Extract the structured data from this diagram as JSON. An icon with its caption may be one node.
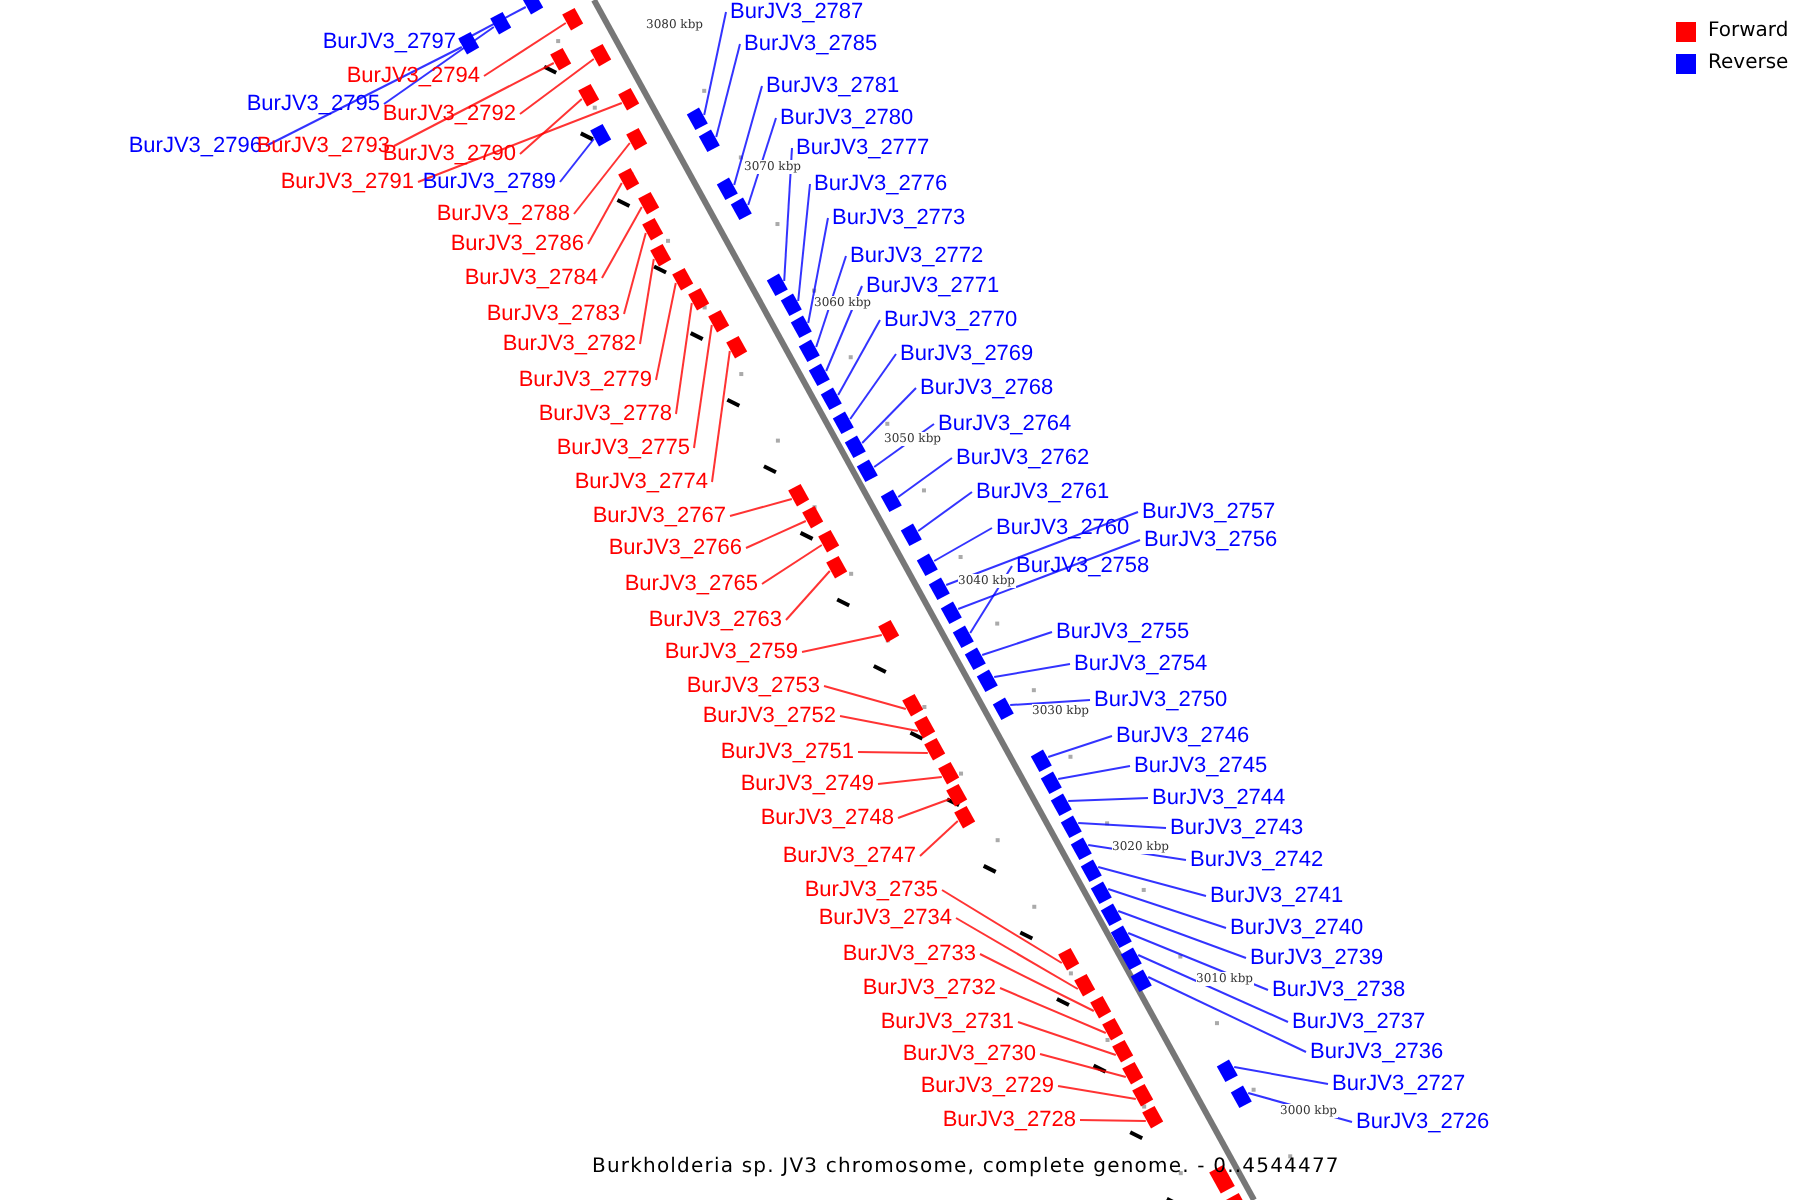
{
  "diagram": {
    "caption": "Burkholderia sp. JV3 chromosome, complete genome. - 0..4544477",
    "nodes": [
      {
        "text": [
          "BurJV3_2797"
        ]
      },
      {
        "text": [
          "BurJV3_2794"
        ]
      },
      {
        "text": [
          "BurJV3_2795"
        ]
      },
      {
        "text": [
          "BurJV3_2792"
        ]
      },
      {
        "text": [
          "BurJV3_2796"
        ]
      },
      {
        "text": [
          "BurJV3_2793"
        ]
      },
      {
        "text": [
          "BurJV3_2790"
        ]
      },
      {
        "text": [
          "BurJV3_2791"
        ]
      },
      {
        "text": [
          "BurJV3_2789"
        ]
      },
      {
        "text": [
          "BurJV3_2788"
        ]
      },
      {
        "text": [
          "BurJV3_2786"
        ]
      },
      {
        "text": [
          "BurJV3_2784"
        ]
      },
      {
        "text": [
          "BurJV3_2783"
        ]
      },
      {
        "text": [
          "BurJV3_2782"
        ]
      },
      {
        "text": [
          "BurJV3_2779"
        ]
      },
      {
        "text": [
          "BurJV3_2778"
        ]
      },
      {
        "text": [
          "BurJV3_2775"
        ]
      },
      {
        "text": [
          "BurJV3_2774"
        ]
      },
      {
        "text": [
          "BurJV3_2767"
        ]
      },
      {
        "text": [
          "BurJV3_2766"
        ]
      },
      {
        "text": [
          "BurJV3_2765"
        ]
      },
      {
        "text": [
          "BurJV3_2763"
        ]
      },
      {
        "text": [
          "BurJV3_2759"
        ]
      },
      {
        "text": [
          "BurJV3_2753"
        ]
      },
      {
        "text": [
          "BurJV3_2752"
        ]
      },
      {
        "text": [
          "BurJV3_2751"
        ]
      },
      {
        "text": [
          "BurJV3_2749"
        ]
      },
      {
        "text": [
          "BurJV3_2748"
        ]
      },
      {
        "text": [
          "BurJV3_2747"
        ]
      },
      {
        "text": [
          "BurJV3_2735"
        ]
      },
      {
        "text": [
          "BurJV3_2734"
        ]
      },
      {
        "text": [
          "BurJV3_2733"
        ]
      },
      {
        "text": [
          "BurJV3_2732"
        ]
      },
      {
        "text": [
          "BurJV3_2731"
        ]
      },
      {
        "text": [
          "BurJV3_2730"
        ]
      },
      {
        "text": [
          "BurJV3_2729"
        ]
      },
      {
        "text": [
          "BurJV3_2728"
        ]
      },
      {
        "text": [
          "BurJV3_2787"
        ]
      },
      {
        "text": [
          "BurJV3_2785"
        ]
      },
      {
        "text": [
          "BurJV3_2781"
        ]
      },
      {
        "text": [
          "BurJV3_2780"
        ]
      },
      {
        "text": [
          "BurJV3_2777"
        ]
      },
      {
        "text": [
          "BurJV3_2776"
        ]
      },
      {
        "text": [
          "BurJV3_2773"
        ]
      },
      {
        "text": [
          "BurJV3_2772"
        ]
      },
      {
        "text": [
          "BurJV3_2771"
        ]
      },
      {
        "text": [
          "BurJV3_2770"
        ]
      },
      {
        "text": [
          "BurJV3_2769"
        ]
      },
      {
        "text": [
          "BurJV3_2768"
        ]
      },
      {
        "text": [
          "BurJV3_2764"
        ]
      },
      {
        "text": [
          "BurJV3_2762"
        ]
      },
      {
        "text": [
          "BurJV3_2761"
        ]
      },
      {
        "text": [
          "BurJV3_2760"
        ]
      },
      {
        "text": [
          "BurJV3_2757"
        ]
      },
      {
        "text": [
          "BurJV3_2756"
        ]
      },
      {
        "text": [
          "BurJV3_2758"
        ]
      },
      {
        "text": [
          "BurJV3_2755"
        ]
      },
      {
        "text": [
          "BurJV3_2754"
        ]
      },
      {
        "text": [
          "BurJV3_2750"
        ]
      },
      {
        "text": [
          "BurJV3_2746"
        ]
      },
      {
        "text": [
          "BurJV3_2745"
        ]
      },
      {
        "text": [
          "BurJV3_2744"
        ]
      },
      {
        "text": [
          "BurJV3_2743"
        ]
      },
      {
        "text": [
          "BurJV3_2742"
        ]
      },
      {
        "text": [
          "BurJV3_2741"
        ]
      },
      {
        "text": [
          "BurJV3_2740"
        ]
      },
      {
        "text": [
          "BurJV3_2739"
        ]
      },
      {
        "text": [
          "BurJV3_2738"
        ]
      },
      {
        "text": [
          "BurJV3_2737"
        ]
      },
      {
        "text": [
          "BurJV3_2736"
        ]
      },
      {
        "text": [
          "BurJV3_2727"
        ]
      },
      {
        "text": [
          "BurJV3_2726"
        ]
      },
      {
        "text": [],
        "shape": "box"
      },
      {
        "text": [],
        "shape": "box"
      },
      {
        "text": [],
        "shape": "box"
      },
      {
        "text": [],
        "shape": "box"
      },
      {
        "text": [],
        "shape": "box"
      },
      {
        "text": [],
        "shape": "box"
      },
      {
        "text": [],
        "shape": "box"
      },
      {
        "text": [],
        "shape": "box"
      },
      {
        "text": [],
        "shape": "box"
      },
      {
        "text": [],
        "shape": "box"
      },
      {
        "text": [],
        "shape": "box"
      },
      {
        "text": [],
        "shape": "box"
      },
      {
        "text": [],
        "shape": "box"
      },
      {
        "text": [],
        "shape": "box"
      },
      {
        "text": [],
        "shape": "box"
      },
      {
        "text": [],
        "shape": "box"
      },
      {
        "text": [],
        "shape": "box"
      },
      {
        "text": [],
        "shape": "box"
      },
      {
        "text": [],
        "shape": "box"
      },
      {
        "text": [],
        "shape": "box"
      },
      {
        "text": [],
        "shape": "box"
      },
      {
        "text": [],
        "shape": "box"
      },
      {
        "text": [],
        "shape": "box"
      },
      {
        "text": [],
        "shape": "box"
      },
      {
        "text": [],
        "shape": "box"
      },
      {
        "text": [],
        "shape": "box"
      },
      {
        "text": [],
        "shape": "box"
      },
      {
        "text": [],
        "shape": "box"
      },
      {
        "text": [],
        "shape": "box"
      },
      {
        "text": [],
        "shape": "box"
      },
      {
        "text": [],
        "shape": "box"
      },
      {
        "text": [],
        "shape": "box"
      },
      {
        "text": [],
        "shape": "box"
      },
      {
        "text": [],
        "shape": "box"
      },
      {
        "text": [],
        "shape": "box"
      },
      {
        "text": [],
        "shape": "box"
      },
      {
        "text": [],
        "shape": "box"
      },
      {
        "text": [],
        "shape": "box"
      },
      {
        "text": [],
        "shape": "box"
      },
      {
        "text": [],
        "shape": "box"
      },
      {
        "text": [],
        "shape": "box"
      },
      {
        "text": [],
        "shape": "box"
      },
      {
        "text": [],
        "shape": "box"
      },
      {
        "text": [],
        "shape": "box"
      },
      {
        "text": [],
        "shape": "box"
      },
      {
        "text": [],
        "shape": "box"
      },
      {
        "text": [],
        "shape": "box"
      },
      {
        "text": [],
        "shape": "box"
      },
      {
        "text": [],
        "shape": "box"
      },
      {
        "text": [],
        "shape": "box"
      },
      {
        "text": [],
        "shape": "box"
      },
      {
        "text": [],
        "shape": "box"
      },
      {
        "text": [],
        "shape": "box"
      },
      {
        "text": [],
        "shape": "box"
      },
      {
        "text": [],
        "shape": "box"
      },
      {
        "text": [],
        "shape": "box"
      },
      {
        "text": [],
        "shape": "box"
      },
      {
        "text": [],
        "shape": "box"
      },
      {
        "text": [],
        "shape": "box"
      },
      {
        "text": [],
        "shape": "box"
      },
      {
        "text": [],
        "shape": "box"
      },
      {
        "text": [],
        "shape": "box"
      },
      {
        "text": [],
        "shape": "box"
      },
      {
        "text": [],
        "shape": "box"
      },
      {
        "text": [],
        "shape": "box"
      },
      {
        "text": [],
        "shape": "box"
      },
      {
        "text": [],
        "shape": "box"
      },
      {
        "text": [],
        "shape": "box"
      },
      {
        "text": [],
        "shape": "box"
      },
      {
        "text": [],
        "shape": "box"
      },
      {
        "text": [],
        "shape": "box"
      },
      {
        "text": [],
        "shape": "box"
      },
      {
        "text": [],
        "shape": "box"
      },
      {
        "text": [],
        "shape": "box"
      }
    ],
    "edges": [
      {
        "from": 0,
        "to": 72,
        "arrow": "none"
      },
      {
        "from": 1,
        "to": 73,
        "arrow": "none",
        "color": "#ff0000"
      },
      {
        "from": 2,
        "to": 74,
        "arrow": "none"
      },
      {
        "from": 3,
        "to": 75,
        "arrow": "none",
        "color": "#ff0000"
      },
      {
        "from": 4,
        "to": 76,
        "arrow": "none"
      },
      {
        "from": 5,
        "to": 77,
        "arrow": "none",
        "color": "#ff0000"
      },
      {
        "from": 6,
        "to": 78,
        "arrow": "none",
        "color": "#ff0000"
      },
      {
        "from": 7,
        "to": 79,
        "arrow": "none",
        "color": "#ff0000"
      },
      {
        "from": 8,
        "to": 80,
        "arrow": "none"
      },
      {
        "from": 9,
        "to": 81,
        "arrow": "none",
        "color": "#ff0000"
      },
      {
        "from": 10,
        "to": 82,
        "arrow": "none",
        "color": "#ff0000"
      },
      {
        "from": 11,
        "to": 83,
        "arrow": "none",
        "color": "#ff0000"
      },
      {
        "from": 12,
        "to": 84,
        "arrow": "none",
        "color": "#ff0000"
      },
      {
        "from": 13,
        "to": 85,
        "arrow": "none",
        "color": "#ff0000"
      },
      {
        "from": 14,
        "to": 86,
        "arrow": "none",
        "color": "#ff0000"
      },
      {
        "from": 15,
        "to": 87,
        "arrow": "none",
        "color": "#ff0000"
      },
      {
        "from": 16,
        "to": 88,
        "arrow": "none",
        "color": "#ff0000"
      },
      {
        "from": 17,
        "to": 89,
        "arrow": "none",
        "color": "#ff0000"
      },
      {
        "from": 18,
        "to": 90,
        "arrow": "none",
        "color": "#ff0000"
      },
      {
        "from": 19,
        "to": 91,
        "arrow": "none",
        "color": "#ff0000"
      },
      {
        "from": 20,
        "to": 92,
        "arrow": "none",
        "color": "#ff0000"
      },
      {
        "from": 21,
        "to": 93,
        "arrow": "none",
        "color": "#ff0000"
      },
      {
        "from": 22,
        "to": 94,
        "arrow": "none",
        "color": "#ff0000"
      },
      {
        "from": 23,
        "to": 95,
        "arrow": "none",
        "color": "#ff0000"
      },
      {
        "from": 24,
        "to": 96,
        "arrow": "none",
        "color": "#ff0000"
      },
      {
        "from": 25,
        "to": 97,
        "arrow": "none",
        "color": "#ff0000"
      },
      {
        "from": 26,
        "to": 98,
        "arrow": "none",
        "color": "#ff0000"
      },
      {
        "from": 27,
        "to": 99,
        "arrow": "none",
        "color": "#ff0000"
      },
      {
        "from": 28,
        "to": 100,
        "arrow": "none",
        "color": "#ff0000"
      },
      {
        "from": 29,
        "to": 101,
        "arrow": "none",
        "color": "#ff0000"
      },
      {
        "from": 30,
        "to": 102,
        "arrow": "none",
        "color": "#ff0000"
      },
      {
        "from": 31,
        "to": 103,
        "arrow": "none",
        "color": "#ff0000"
      },
      {
        "from": 32,
        "to": 104,
        "arrow": "none",
        "color": "#ff0000"
      },
      {
        "from": 33,
        "to": 105,
        "arrow": "none",
        "color": "#ff0000"
      },
      {
        "from": 34,
        "to": 106,
        "arrow": "none",
        "color": "#ff0000"
      },
      {
        "from": 35,
        "to": 107,
        "arrow": "none",
        "color": "#ff0000"
      },
      {
        "from": 36,
        "to": 108,
        "arrow": "none",
        "color": "#ff0000"
      },
      {
        "from": 37,
        "to": 109,
        "arrow": "none"
      },
      {
        "from": 38,
        "to": 110,
        "arrow": "none"
      },
      {
        "from": 39,
        "to": 111,
        "arrow": "none"
      },
      {
        "from": 40,
        "to": 112,
        "arrow": "none"
      },
      {
        "from": 41,
        "to": 113,
        "arrow": "none"
      },
      {
        "from": 42,
        "to": 114,
        "arrow": "none"
      },
      {
        "from": 43,
        "to": 115,
        "arrow": "none"
      },
      {
        "from": 44,
        "to": 116,
        "arrow": "none"
      },
      {
        "from": 45,
        "to": 117,
        "arrow": "none"
      },
      {
        "from": 46,
        "to": 118,
        "arrow": "none"
      },
      {
        "from": 47,
        "to": 119,
        "arrow": "none"
      },
      {
        "from": 48,
        "to": 120,
        "arrow": "none"
      },
      {
        "from": 49,
        "to": 121,
        "arrow": "none"
      },
      {
        "from": 50,
        "to": 122,
        "arrow": "none"
      },
      {
        "from": 51,
        "to": 123,
        "arrow": "none"
      },
      {
        "from": 52,
        "to": 124,
        "arrow": "none"
      },
      {
        "from": 53,
        "to": 125,
        "arrow": "none"
      },
      {
        "from": 54,
        "to": 126,
        "arrow": "none"
      },
      {
        "from": 55,
        "to": 127,
        "arrow": "none"
      },
      {
        "from": 56,
        "to": 128,
        "arrow": "none"
      },
      {
        "from": 57,
        "to": 129,
        "arrow": "none"
      },
      {
        "from": 58,
        "to": 130,
        "arrow": "none"
      },
      {
        "from": 59,
        "to": 131,
        "arrow": "none"
      },
      {
        "from": 60,
        "to": 132,
        "arrow": "none"
      },
      {
        "from": 61,
        "to": 133,
        "arrow": "none"
      },
      {
        "from": 62,
        "to": 134,
        "arrow": "none"
      },
      {
        "from": 63,
        "to": 135,
        "arrow": "none"
      },
      {
        "from": 64,
        "to": 136,
        "arrow": "none"
      },
      {
        "from": 65,
        "to": 137,
        "arrow": "none"
      },
      {
        "from": 66,
        "to": 138,
        "arrow": "none"
      },
      {
        "from": 67,
        "to": 139,
        "arrow": "none"
      },
      {
        "from": 68,
        "to": 140,
        "arrow": "none"
      },
      {
        "from": 69,
        "to": 141,
        "arrow": "none"
      },
      {
        "from": 70,
        "to": 142,
        "arrow": "none"
      },
      {
        "from": 71,
        "to": 143,
        "arrow": "none"
      }
    ],
    "labels": [
      "3080 kbp",
      "3070 kbp",
      "3060 kbp",
      "3050 kbp",
      "3040 kbp",
      "3030 kbp",
      "3020 kbp",
      "3010 kbp",
      "3000 kbp"
    ],
    "legend": [
      {
        "text": "Forward",
        "color": "#ff0000"
      },
      {
        "text": "Reverse",
        "color": "#0000ff"
      }
    ]
  }
}
